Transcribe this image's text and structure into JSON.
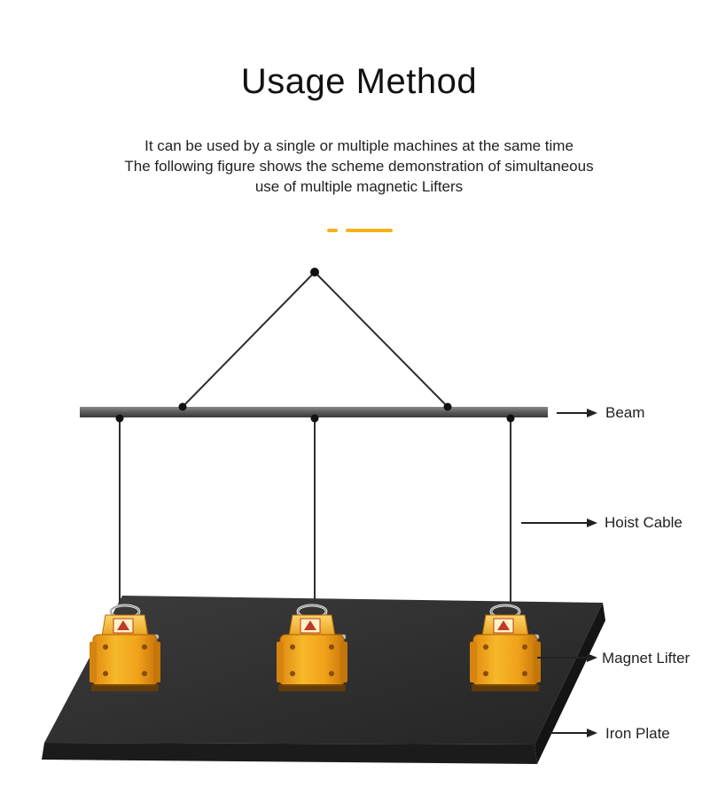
{
  "title": "Usage Method",
  "subtitle": [
    "It can be used by a single or multiple machines at the same time",
    "The following figure shows the scheme demonstration of simultaneous",
    "use of multiple magnetic Lifters"
  ],
  "accent_color": "#f5b21b",
  "labels": {
    "beam": "Beam",
    "hoist_cable": "Hoist Cable",
    "magnet_lifter": "Magnet Lifter",
    "iron_plate": "Iron Plate"
  },
  "lifter_count": 3
}
